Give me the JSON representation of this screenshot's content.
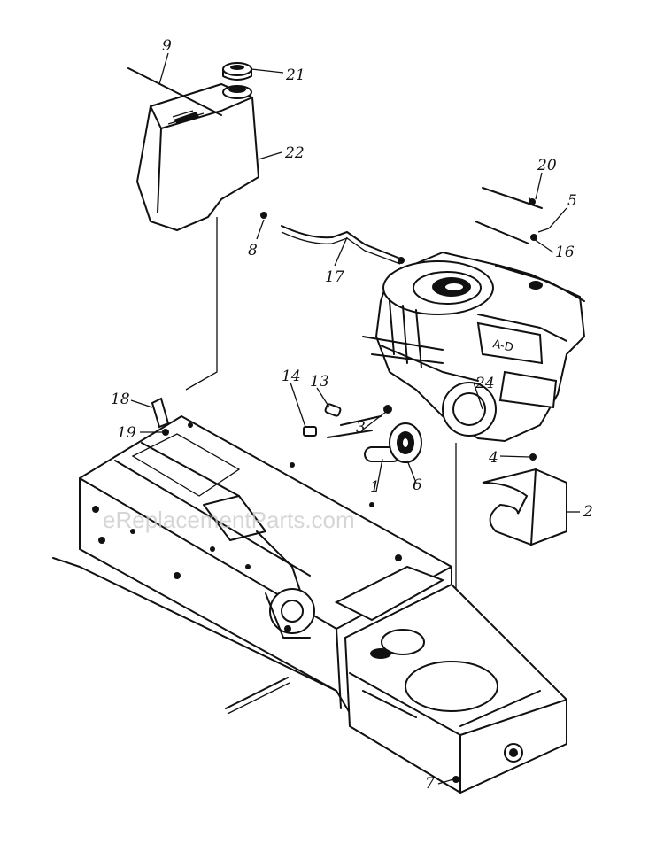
{
  "watermark": "eReplacementParts.com",
  "callouts": {
    "c9": "9",
    "c21": "21",
    "c22": "22",
    "c8": "8",
    "c17": "17",
    "c20": "20",
    "c5": "5",
    "c16": "16",
    "c18": "18",
    "c19": "19",
    "c13": "13",
    "c14": "14",
    "c3": "3",
    "c24": "24",
    "c1": "1",
    "c6": "6",
    "c4": "4",
    "c2": "2",
    "c7": "7"
  }
}
